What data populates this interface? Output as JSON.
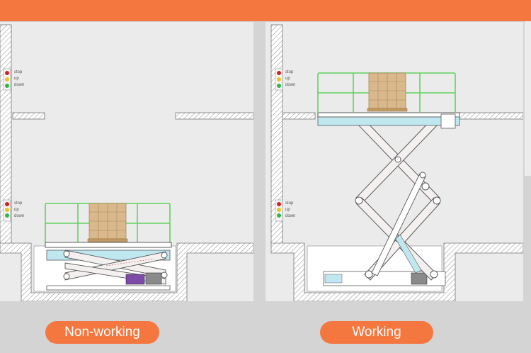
{
  "header": {
    "banner_color": "#f4773f"
  },
  "signal_panel": {
    "stop_label": "stop",
    "up_label": "up",
    "down_label": "down"
  },
  "captions": {
    "left": "Non-working",
    "right": "Working"
  },
  "colors": {
    "hydraulic": "#bfe7f0",
    "guardrail": "#5fd35f",
    "pallet": "#d9b88c",
    "frame_edge": "#5a5a5a"
  }
}
